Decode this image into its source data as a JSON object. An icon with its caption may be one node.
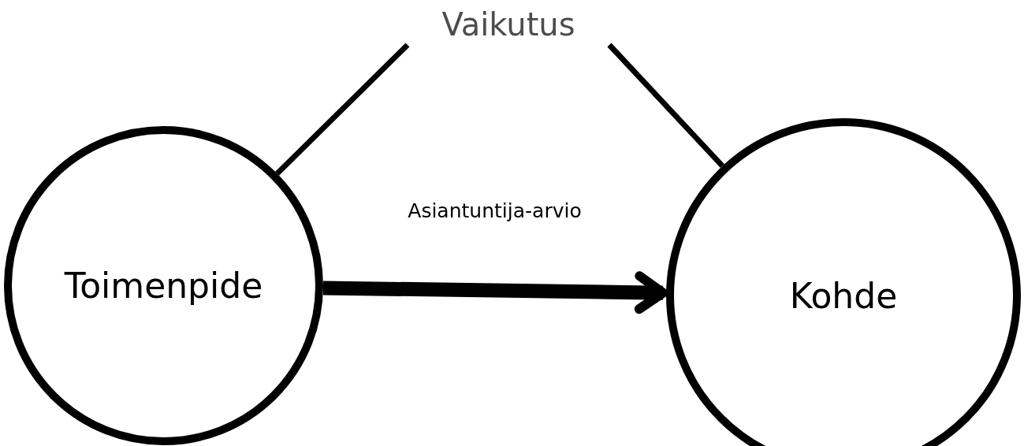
{
  "diagram": {
    "nodes": [
      {
        "text": [
          "Vaikutus"
        ]
      },
      {
        "text": [
          "Toimenpide"
        ]
      },
      {
        "text": [
          "Kohde"
        ]
      }
    ],
    "edges": [
      {
        "from": 0,
        "to": 1,
        "arrow": "none"
      },
      {
        "from": 0,
        "to": 2,
        "arrow": "none"
      },
      {
        "from": 1,
        "to": 2,
        "arrow": "to",
        "label": "Asiantuntija-arvio",
        "style": "thick"
      }
    ]
  }
}
